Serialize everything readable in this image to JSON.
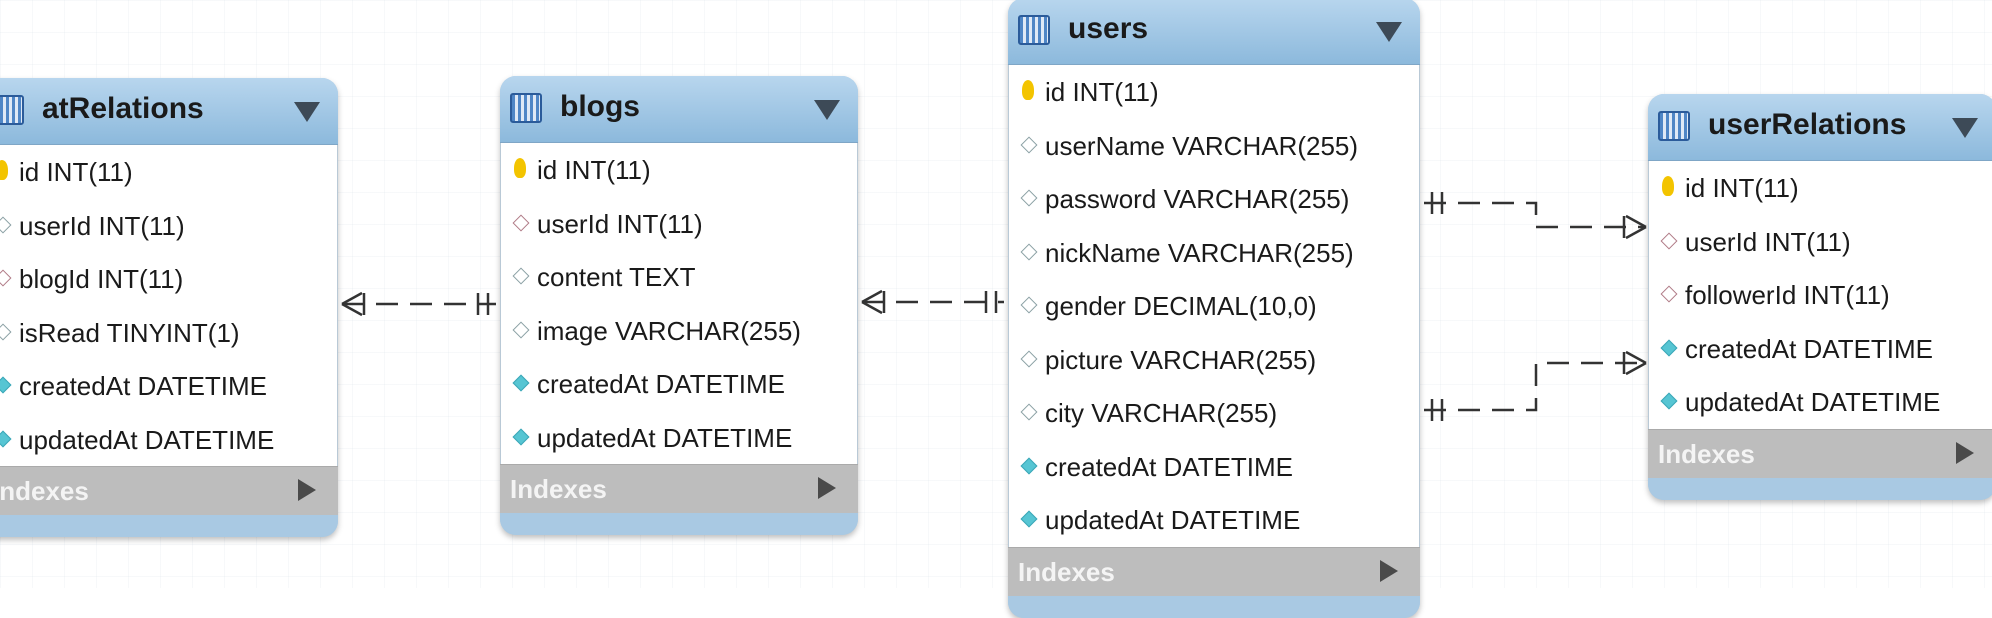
{
  "tables": [
    {
      "key": "atRelations",
      "name": "atRelations",
      "columns": [
        {
          "text": "id INT(11)",
          "icon": "primary-key-icon"
        },
        {
          "text": "userId INT(11)",
          "icon": "column-hollow-diamond-icon"
        },
        {
          "text": "blogId INT(11)",
          "icon": "foreign-key-diamond-icon"
        },
        {
          "text": "isRead TINYINT(1)",
          "icon": "column-hollow-diamond-icon"
        },
        {
          "text": "createdAt DATETIME",
          "icon": "not-null-filled-diamond-icon"
        },
        {
          "text": "updatedAt DATETIME",
          "icon": "not-null-filled-diamond-icon"
        }
      ],
      "indexes_label": "Indexes"
    },
    {
      "key": "blogs",
      "name": "blogs",
      "columns": [
        {
          "text": "id INT(11)",
          "icon": "primary-key-icon"
        },
        {
          "text": "userId INT(11)",
          "icon": "foreign-key-diamond-icon"
        },
        {
          "text": "content TEXT",
          "icon": "column-hollow-diamond-icon"
        },
        {
          "text": "image VARCHAR(255)",
          "icon": "column-hollow-diamond-icon"
        },
        {
          "text": "createdAt DATETIME",
          "icon": "not-null-filled-diamond-icon"
        },
        {
          "text": "updatedAt DATETIME",
          "icon": "not-null-filled-diamond-icon"
        }
      ],
      "indexes_label": "Indexes"
    },
    {
      "key": "users",
      "name": "users",
      "columns": [
        {
          "text": "id INT(11)",
          "icon": "primary-key-icon"
        },
        {
          "text": "userName VARCHAR(255)",
          "icon": "column-hollow-diamond-icon"
        },
        {
          "text": "password VARCHAR(255)",
          "icon": "column-hollow-diamond-icon"
        },
        {
          "text": "nickName VARCHAR(255)",
          "icon": "column-hollow-diamond-icon"
        },
        {
          "text": "gender DECIMAL(10,0)",
          "icon": "column-hollow-diamond-icon"
        },
        {
          "text": "picture VARCHAR(255)",
          "icon": "column-hollow-diamond-icon"
        },
        {
          "text": "city VARCHAR(255)",
          "icon": "column-hollow-diamond-icon"
        },
        {
          "text": "createdAt DATETIME",
          "icon": "not-null-filled-diamond-icon"
        },
        {
          "text": "updatedAt DATETIME",
          "icon": "not-null-filled-diamond-icon"
        }
      ],
      "indexes_label": "Indexes"
    },
    {
      "key": "userRelations",
      "name": "userRelations",
      "columns": [
        {
          "text": "id INT(11)",
          "icon": "primary-key-icon"
        },
        {
          "text": "userId INT(11)",
          "icon": "foreign-key-diamond-icon"
        },
        {
          "text": "followerId INT(11)",
          "icon": "foreign-key-diamond-icon"
        },
        {
          "text": "createdAt DATETIME",
          "icon": "not-null-filled-diamond-icon"
        },
        {
          "text": "updatedAt DATETIME",
          "icon": "not-null-filled-diamond-icon"
        }
      ],
      "indexes_label": "Indexes"
    }
  ],
  "relationships": [
    {
      "from": "atRelations",
      "to": "blogs",
      "from_end": "many",
      "to_end": "one"
    },
    {
      "from": "blogs",
      "to": "users",
      "from_end": "many",
      "to_end": "one"
    },
    {
      "from": "users",
      "to": "userRelations",
      "from_end": "one",
      "to_end": "many"
    },
    {
      "from": "users",
      "to": "userRelations",
      "from_end": "one",
      "to_end": "many"
    }
  ],
  "colors": {
    "header_top": "#b8d6ee",
    "header_bottom": "#8cb9dc",
    "primary_key": "#f3c400",
    "filled_diamond": "#56c5d3",
    "foreign_key_outline": "#b07a86",
    "indexes_bar": "#bdbdbd",
    "connector": "#333333"
  }
}
